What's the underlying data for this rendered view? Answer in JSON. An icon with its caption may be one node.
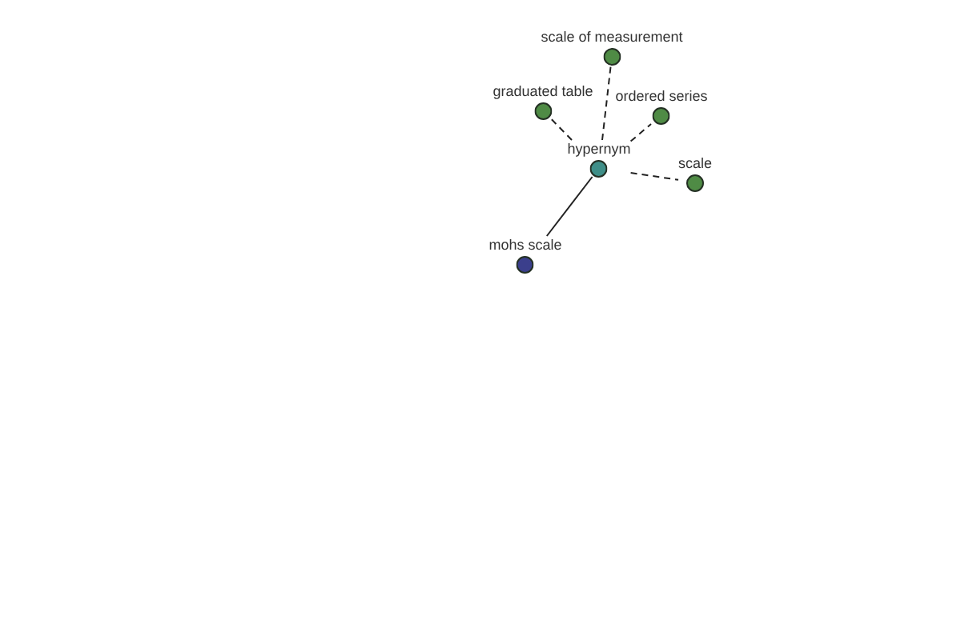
{
  "diagram": {
    "nodes": [
      {
        "text": [
          "scale of measurement"
        ]
      },
      {
        "text": [
          "graduated table"
        ]
      },
      {
        "text": [
          "ordered series"
        ]
      },
      {
        "text": [
          "hypernym"
        ]
      },
      {
        "text": [
          "scale"
        ]
      },
      {
        "text": [
          "mohs scale"
        ]
      }
    ],
    "edges": [
      {
        "from": 3,
        "to": 0,
        "arrow": "none",
        "style": "dashed"
      },
      {
        "from": 3,
        "to": 1,
        "arrow": "none",
        "style": "dashed"
      },
      {
        "from": 3,
        "to": 2,
        "arrow": "none",
        "style": "dashed"
      },
      {
        "from": 3,
        "to": 4,
        "arrow": "none",
        "style": "dashed"
      },
      {
        "from": 3,
        "to": 5,
        "arrow": "none"
      }
    ]
  }
}
